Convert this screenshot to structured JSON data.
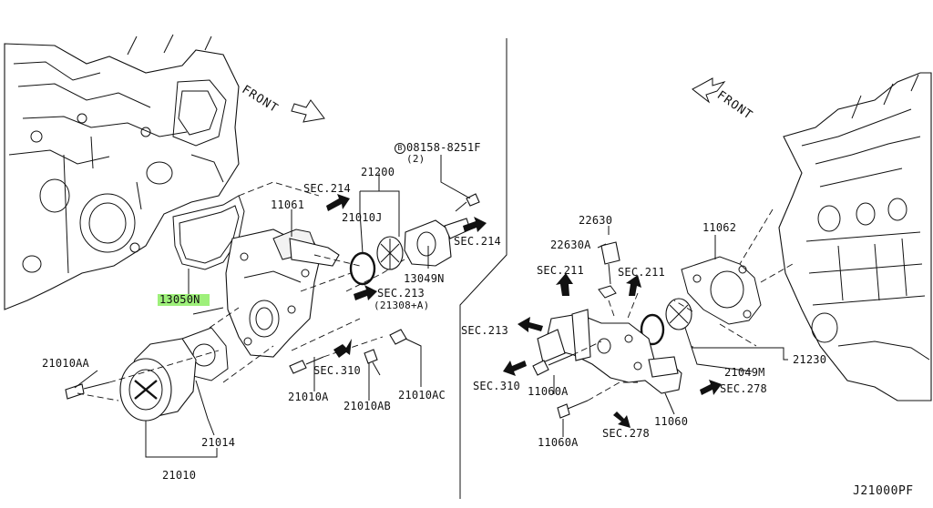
{
  "diagram": {
    "code": "J21000PF",
    "front_labels": [
      "FRONT",
      "FRONT"
    ],
    "labels": {
      "p13050N": "13050N",
      "p21010AA": "21010AA",
      "p21014": "21014",
      "p21010": "21010",
      "p11061": "11061",
      "p21010A": "21010A",
      "p21010AB": "21010AB",
      "p21010AC": "21010AC",
      "sec310_left": "SEC.310",
      "sec214_top": "SEC.214",
      "p21200": "21200",
      "p21010J": "21010J",
      "p13049N": "13049N",
      "sec214_right": "SEC.214",
      "sec213_left": "SEC.213",
      "p21308A": "(21308+A)",
      "bolt_ref": "08158-8251F",
      "bolt_qty": "(2)",
      "p22630": "22630",
      "p22630A": "22630A",
      "sec211_a": "SEC.211",
      "sec211_b": "SEC.211",
      "p11062": "11062",
      "sec213_right": "SEC.213",
      "sec310_right": "SEC.310",
      "p11060A_top": "11060A",
      "p11060A_bottom": "11060A",
      "sec278_bottom": "SEC.278",
      "p11060": "11060",
      "sec278_right": "SEC.278",
      "p21049M": "21049M",
      "p21230": "21230"
    },
    "colors": {
      "line": "#111111",
      "highlight": "#9ef07a"
    }
  }
}
